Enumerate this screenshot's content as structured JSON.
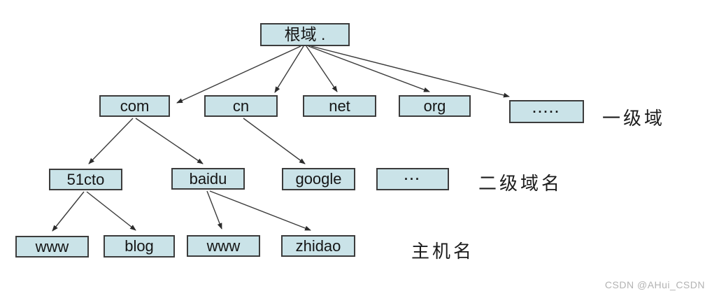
{
  "diagram": {
    "root": {
      "label": "根域 ."
    },
    "levels": [
      {
        "caption": "一级域",
        "nodes": [
          "com",
          "cn",
          "net",
          "org",
          "....."
        ]
      },
      {
        "caption": "二级域名",
        "nodes": [
          "51cto",
          "baidu",
          "google",
          "..."
        ]
      },
      {
        "caption": "主机名",
        "nodes": [
          "www",
          "blog",
          "www",
          "zhidao"
        ]
      }
    ],
    "edges": [
      {
        "from": "root",
        "to": "com"
      },
      {
        "from": "root",
        "to": "cn"
      },
      {
        "from": "root",
        "to": "net"
      },
      {
        "from": "root",
        "to": "org"
      },
      {
        "from": "root",
        "to": "dots-level1"
      },
      {
        "from": "com",
        "to": "51cto"
      },
      {
        "from": "com",
        "to": "baidu"
      },
      {
        "from": "cn",
        "to": "google"
      },
      {
        "from": "51cto",
        "to": "www-1"
      },
      {
        "from": "51cto",
        "to": "blog"
      },
      {
        "from": "baidu",
        "to": "www-2"
      },
      {
        "from": "baidu",
        "to": "zhidao"
      }
    ],
    "colors": {
      "node_fill": "#cae3e8",
      "node_border": "#3c3c3c",
      "arrow": "#3b3b3b",
      "caption_text": "#1c1c1c",
      "watermark_text": "#b3b3b3"
    },
    "watermark": "CSDN @AHui_CSDN"
  }
}
